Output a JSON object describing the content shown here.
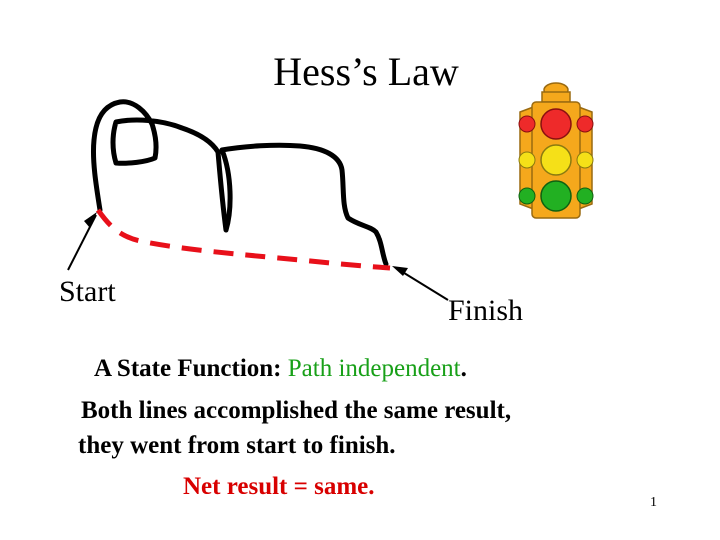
{
  "slide": {
    "title": "Hess’s Law",
    "start_label": "Start",
    "finish_label": "Finish",
    "line1_lead": "A State Function:",
    "line1_highlight": "Path independent",
    "line1_end": ".",
    "line2": "Both lines accomplished the same result,",
    "line3": "they went from start to finish.",
    "line4": "Net result = same.",
    "page_number": "1"
  },
  "colors": {
    "dashed_path": "#e8101a",
    "highlight_green": "#18a018",
    "highlight_red": "#d80000",
    "traffic_light_body": "#f5a81c",
    "lamp_red": "#ee2a2a",
    "lamp_yellow": "#f5e018",
    "lamp_green": "#22b022"
  },
  "icons": [
    "traffic-light-icon"
  ]
}
